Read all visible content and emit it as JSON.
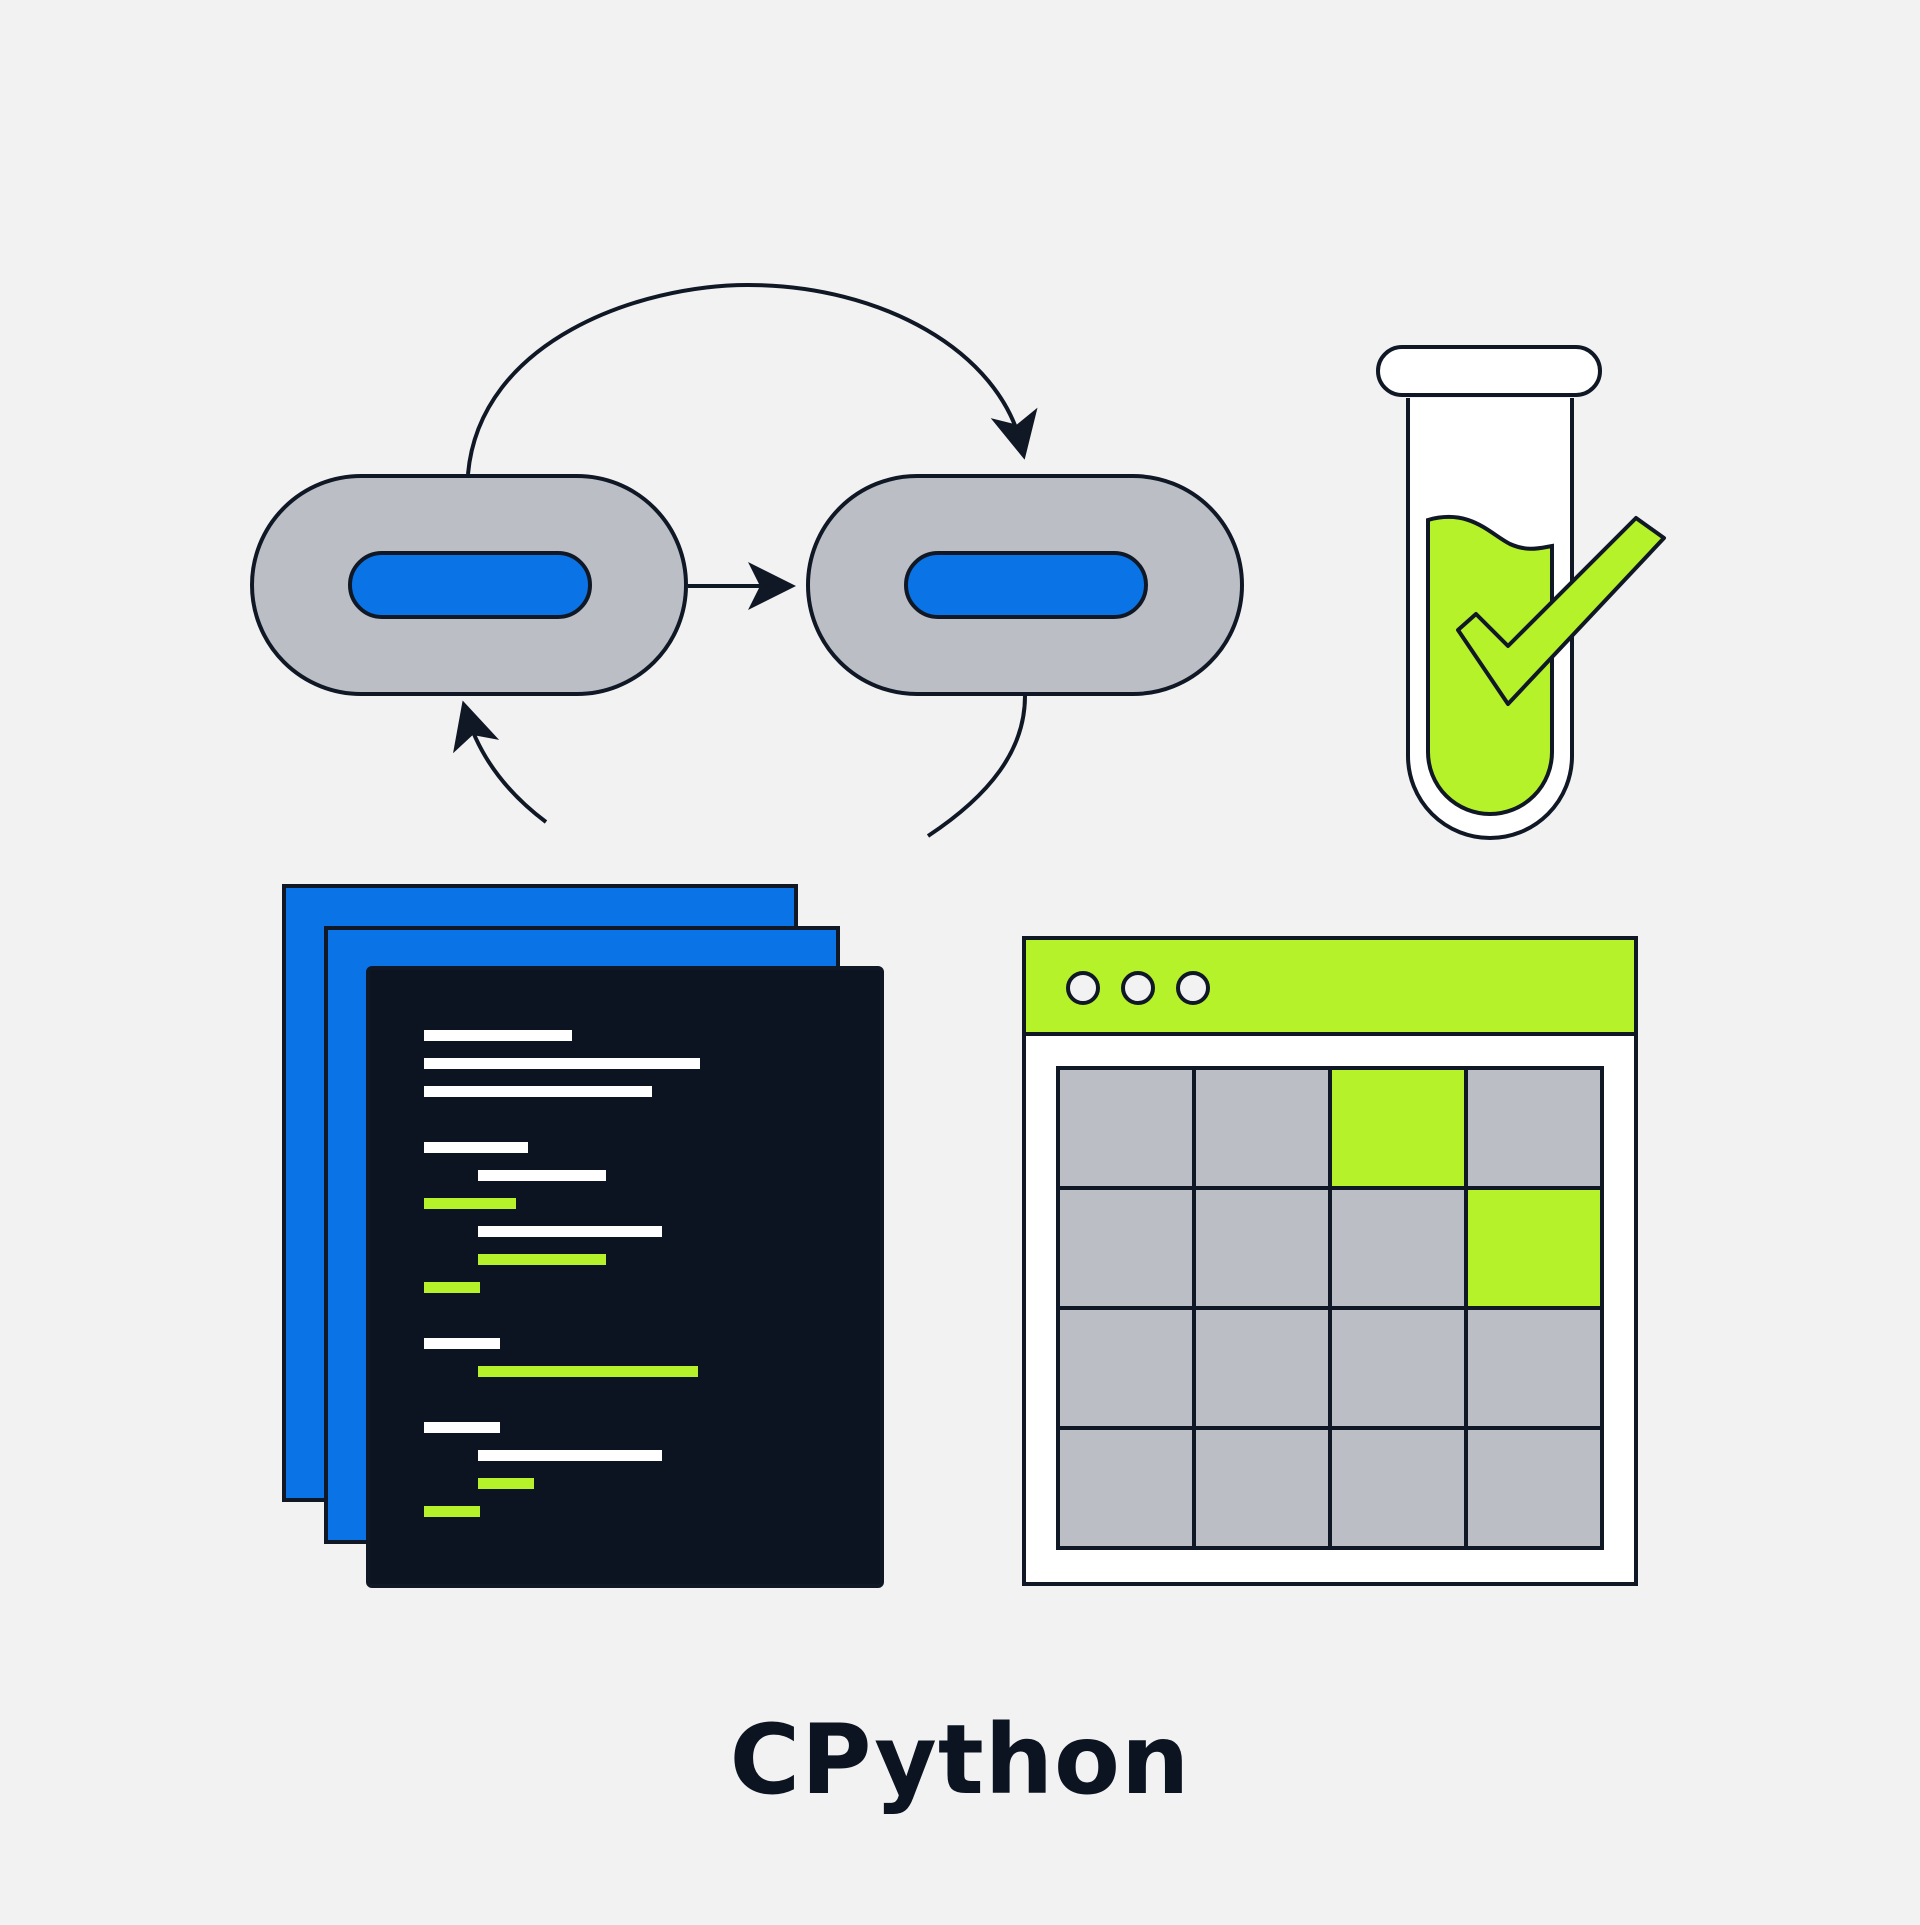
{
  "caption": "CPython",
  "colors": {
    "background": "#f2f2f2",
    "outline": "#101826",
    "pill_fill": "#bbbfc5",
    "blue": "#0a74e6",
    "lime": "#b5f22a",
    "dark": "#0b1420",
    "white": "#ffffff"
  },
  "icons": {
    "pipeline": "linked-pill-nodes-icon",
    "test": "test-tube-check-icon",
    "code": "code-pages-icon",
    "grid": "grid-window-icon"
  },
  "code_lines": [
    {
      "indent": 0,
      "length": 0.37,
      "color": "white"
    },
    {
      "indent": 0,
      "length": 0.69,
      "color": "white"
    },
    {
      "indent": 0,
      "length": 0.57,
      "color": "white"
    },
    {
      "indent": 0,
      "length": 0.26,
      "color": "white",
      "gap_before": true
    },
    {
      "indent": 1,
      "length": 0.32,
      "color": "white"
    },
    {
      "indent": 0,
      "length": 0.23,
      "color": "lime"
    },
    {
      "indent": 1,
      "length": 0.46,
      "color": "white"
    },
    {
      "indent": 1,
      "length": 0.32,
      "color": "lime"
    },
    {
      "indent": 0,
      "length": 0.14,
      "color": "lime"
    },
    {
      "indent": 0,
      "length": 0.19,
      "color": "white",
      "gap_before": true
    },
    {
      "indent": 1,
      "length": 0.55,
      "color": "lime"
    },
    {
      "indent": 0,
      "length": 0.19,
      "color": "white",
      "gap_before": true
    },
    {
      "indent": 1,
      "length": 0.46,
      "color": "white"
    },
    {
      "indent": 1,
      "length": 0.14,
      "color": "lime"
    },
    {
      "indent": 0,
      "length": 0.14,
      "color": "lime"
    }
  ],
  "grid": {
    "rows": 4,
    "cols": 4,
    "highlighted": [
      [
        0,
        2
      ],
      [
        1,
        3
      ]
    ]
  }
}
